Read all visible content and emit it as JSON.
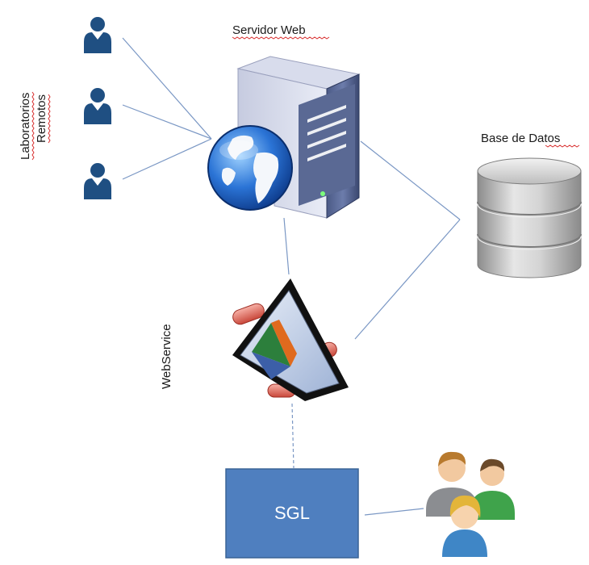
{
  "labels": {
    "web_server": "Servidor Web",
    "database": "Base de Datos",
    "remote_labs_line1": "Laboratorios",
    "remote_labs_line2": "Remotos",
    "webservice": "WebService",
    "sgl": "SGL"
  },
  "icons": {
    "remote_user": "user-silhouette-icon",
    "web_server": "server-tower-icon",
    "globe": "globe-icon",
    "database": "database-cylinder-icon",
    "webservice": "webservice-prism-icon",
    "user_group": "user-group-icon"
  },
  "colors": {
    "user_silhouette": "#1f4f82",
    "link_lines": "#7a97c4",
    "sgl_box": "#4f7fbf",
    "sgl_border": "#3a6396",
    "spellcheck": "#d93030"
  }
}
